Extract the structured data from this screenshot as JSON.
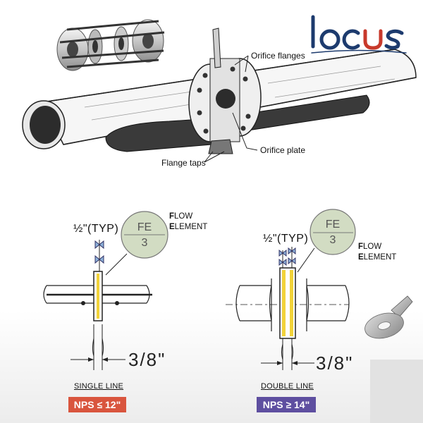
{
  "logo": {
    "text": "locus",
    "color_primary": "#1d3b6e",
    "color_accent": "#c8392b"
  },
  "callouts": {
    "orifice_flanges": "Orifice flanges",
    "orifice_plate": "Orifice plate",
    "flange_taps": "Flange taps"
  },
  "single_line": {
    "valve_size": "½\"(TYP)",
    "fe_tag": "FE",
    "fe_number": "3",
    "flow_element_line1_first": "F",
    "flow_element_line1_rest": "LOW",
    "flow_element_line2_first": "E",
    "flow_element_line2_rest": "LEMENT",
    "dimension": "3/8\"",
    "caption": "SINGLE LINE",
    "badge": "NPS ≤ 12\"",
    "badge_color": "#d9553e"
  },
  "double_line": {
    "valve_size": "½\"(TYP)",
    "fe_tag": "FE",
    "fe_number": "3",
    "flow_element_line1_first": "F",
    "flow_element_line1_rest": "LOW",
    "flow_element_line2_first": "E",
    "flow_element_line2_rest": "LEMENT",
    "dimension": "3/8\"",
    "caption": "DOUBLE LINE",
    "badge": "NPS ≥ 14\"",
    "badge_color": "#5e4fa0"
  },
  "colors": {
    "fe_circle": "#d2dcc3",
    "element_yellow": "#f2d33a",
    "valve_blue": "#8db2d9"
  }
}
